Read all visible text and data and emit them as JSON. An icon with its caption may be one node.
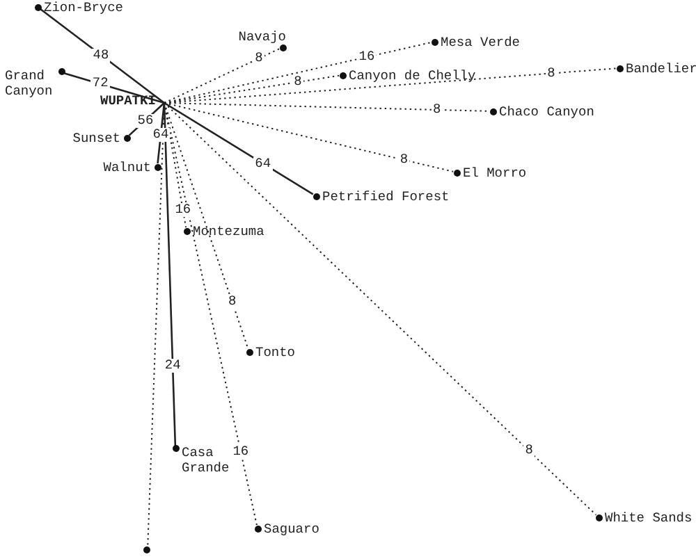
{
  "diagram": {
    "nodes": [
      {
        "text": [
          "Zion-Bryce"
        ]
      },
      {
        "text": [
          "Navajo"
        ]
      },
      {
        "text": [
          "Mesa Verde"
        ]
      },
      {
        "text": [
          "Grand Canyon"
        ]
      },
      {
        "text": [
          "Canyon de Chelly"
        ]
      },
      {
        "text": [
          "Bandelier"
        ]
      },
      {
        "text": [
          "WUPATKI"
        ]
      },
      {
        "text": [
          "Chaco Canyon"
        ]
      },
      {
        "text": [
          "Sunset"
        ]
      },
      {
        "text": [
          "Walnut"
        ]
      },
      {
        "text": [
          "El Morro"
        ]
      },
      {
        "text": [
          "Petrified Forest"
        ]
      },
      {
        "text": [
          "Montezuma"
        ]
      },
      {
        "text": [
          "Tonto"
        ]
      },
      {
        "text": [
          "Casa Grande"
        ]
      },
      {
        "text": [
          "White Sands"
        ]
      },
      {
        "text": [
          "Saguaro"
        ]
      },
      {
        "text": [],
        "shape": "circle"
      }
    ],
    "edges": [
      {
        "from": 6,
        "to": 0,
        "arrow": "none",
        "label": "48"
      },
      {
        "from": 6,
        "to": 1,
        "arrow": "none",
        "label": "8",
        "style": "dashed"
      },
      {
        "from": 6,
        "to": 2,
        "arrow": "none",
        "label": "16",
        "style": "dashed"
      },
      {
        "from": 6,
        "to": 3,
        "arrow": "none",
        "label": "72"
      },
      {
        "from": 6,
        "to": 4,
        "arrow": "none",
        "label": "8",
        "style": "dashed"
      },
      {
        "from": 6,
        "to": 5,
        "arrow": "none",
        "label": "8",
        "style": "dashed"
      },
      {
        "from": 6,
        "to": 7,
        "arrow": "none",
        "label": "8",
        "style": "dashed"
      },
      {
        "from": 6,
        "to": 8,
        "arrow": "none",
        "label": "56"
      },
      {
        "from": 6,
        "to": 9,
        "arrow": "none",
        "label": "64"
      },
      {
        "from": 6,
        "to": 10,
        "arrow": "none",
        "label": "8",
        "style": "dashed"
      },
      {
        "from": 6,
        "to": 11,
        "arrow": "none",
        "label": "64"
      },
      {
        "from": 6,
        "to": 12,
        "arrow": "none",
        "label": "16",
        "style": "dashed"
      },
      {
        "from": 6,
        "to": 13,
        "arrow": "none",
        "label": "8",
        "style": "dashed"
      },
      {
        "from": 6,
        "to": 14,
        "arrow": "none",
        "label": "24"
      },
      {
        "from": 6,
        "to": 15,
        "arrow": "none",
        "label": "8",
        "style": "dashed"
      },
      {
        "from": 6,
        "to": 16,
        "arrow": "none",
        "label": "16",
        "style": "dashed"
      },
      {
        "from": 6,
        "to": 17,
        "arrow": "none",
        "style": "dashed"
      }
    ]
  }
}
